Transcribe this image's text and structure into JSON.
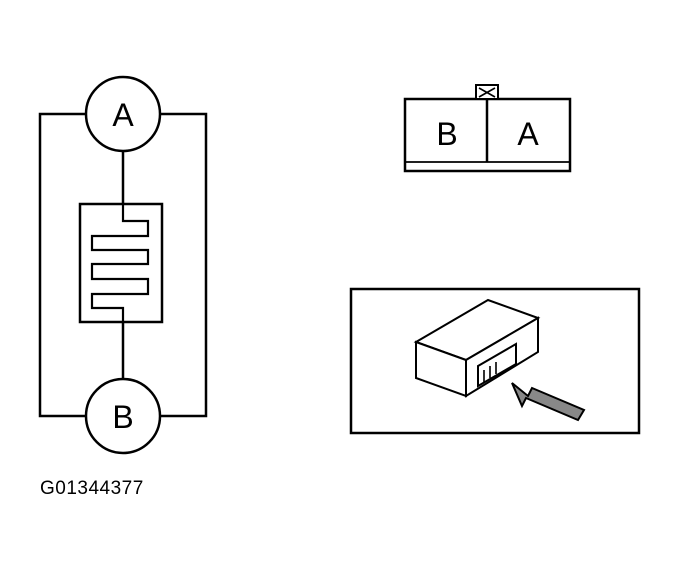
{
  "schematic": {
    "terminal_top": "A",
    "terminal_bottom": "B"
  },
  "connector": {
    "left_pin": "B",
    "right_pin": "A"
  },
  "figure_id": "G01344377",
  "colors": {
    "line": "#000000",
    "background": "#ffffff",
    "shade": "#888888"
  }
}
